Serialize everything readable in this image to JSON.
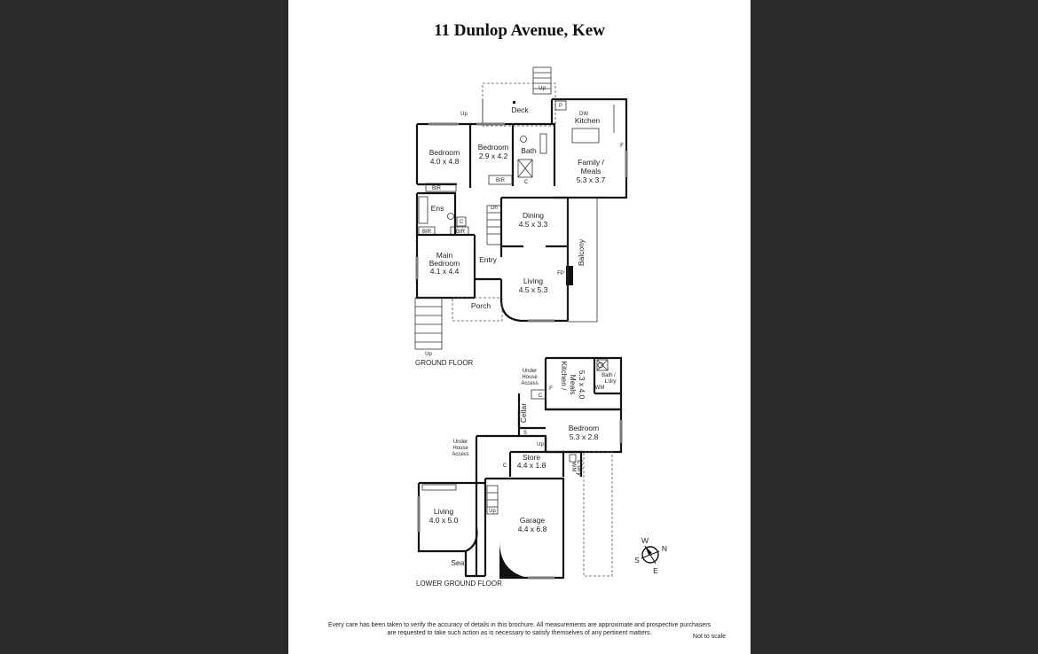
{
  "title": "11 Dunlop Avenue, Kew",
  "ground_floor": {
    "label": "GROUND FLOOR",
    "rooms": {
      "deck": "Deck",
      "kitchen": "Kitchen",
      "pantry": "P",
      "dishwasher": "DW",
      "fridge": "F",
      "bedroom_a_name": "Bedroom",
      "bedroom_a_dim": "4.0 x 4.8",
      "bedroom_b_name": "Bedroom",
      "bedroom_b_dim": "2.9 x 4.2",
      "bath": "Bath",
      "family_name": "Family /",
      "family_name2": "Meals",
      "family_dim": "5.3 x 3.7",
      "bir_1": "BIR",
      "bir_2": "BIR",
      "bir_3": "BIR",
      "bir_4": "BIR",
      "cupboard_1": "C",
      "cupboard_2": "C",
      "ens": "Ens",
      "dining_name": "Dining",
      "dining_dim": "4.5 x 3.3",
      "main_bed_name": "Main",
      "main_bed_name2": "Bedroom",
      "main_bed_dim": "4.1 x 4.4",
      "entry": "Entry",
      "living_name": "Living",
      "living_dim": "4.5 x 5.3",
      "balcony": "Balcony",
      "porch": "Porch"
    },
    "stair_labels": {
      "up_1": "Up",
      "up_2": "Up",
      "up_3": "Up",
      "dn": "Dn",
      "fp": "FP"
    }
  },
  "lower_floor": {
    "label": "LOWER GROUND FLOOR",
    "rooms": {
      "uha_1a": "Under",
      "uha_1b": "House",
      "uha_1c": "Access",
      "uha_2a": "Under",
      "uha_2b": "House",
      "uha_2c": "Access",
      "kitchen_name": "Kitchen /",
      "kitchen_name2": "Meals",
      "kitchen_dim": "5.3 x 4.0",
      "fridge": "F",
      "cupboard": "C",
      "bath_laundry": "Bath /",
      "bath_laundry2": "L'dry",
      "wm_1": "WM",
      "wm_2": "WM",
      "cellar": "Cellar",
      "s": "S",
      "bedroom_name": "Bedroom",
      "bedroom_dim": "5.3 x 2.8",
      "up": "Up",
      "store_name": "Store",
      "store_dim": "4.4 x 1.8",
      "store_c": "C",
      "laundry": "L'dry",
      "living_name": "Living",
      "living_dim": "4.0 x 5.0",
      "garage_name": "Garage",
      "garage_dim": "4.4 x 6.8",
      "seat": "Seat",
      "up2": "Up"
    }
  },
  "compass": {
    "n": "N",
    "s": "S",
    "e": "E",
    "w": "W"
  },
  "disclaimer_line1": "Every care has been taken to verify the accuracy of details in this brochure.  All measurements are approximate and prospective purchasers",
  "disclaimer_line2": "are requested to take such action as is necessary to satisfy themselves of any pertinent matters.",
  "scale_note": "Not to scale"
}
